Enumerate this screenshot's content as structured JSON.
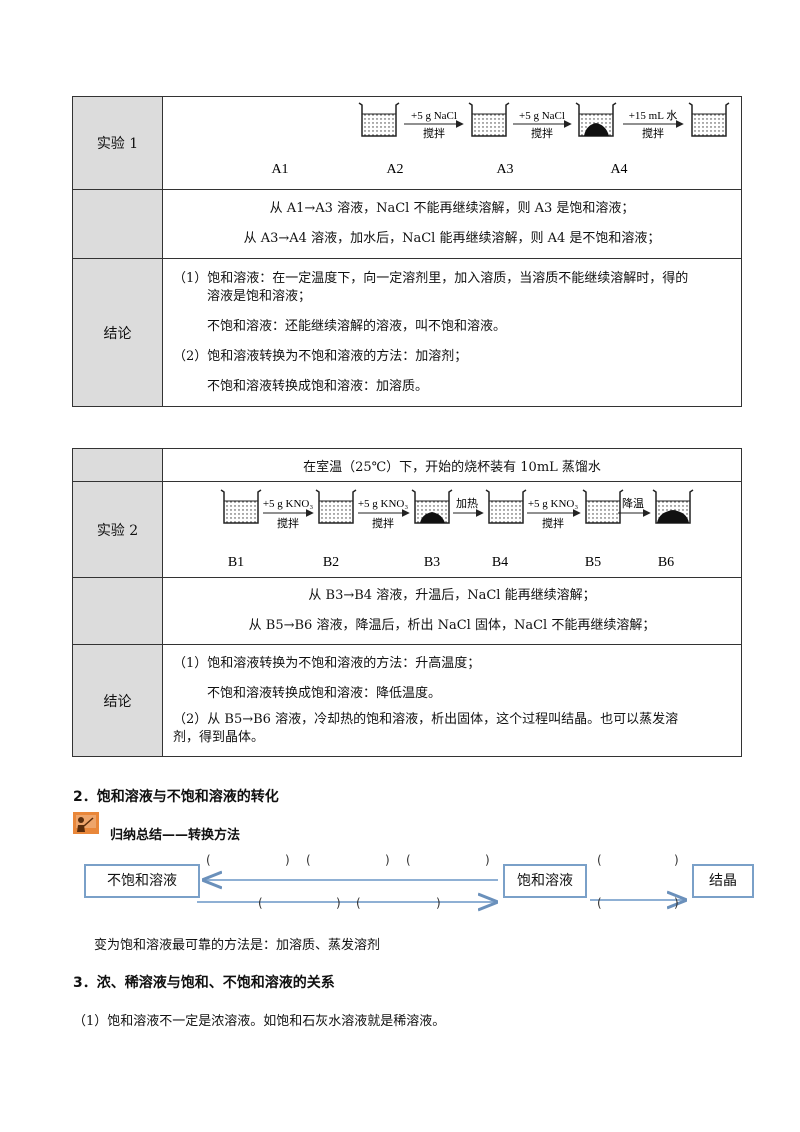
{
  "exp1": {
    "label": "实验 1",
    "steps": [
      "+5 g NaCl",
      "+5 g NaCl",
      "+15 mL 水"
    ],
    "stir": "搅拌",
    "beakers": [
      "A1",
      "A2",
      "A3",
      "A4"
    ],
    "obs": [
      "从 A1→A3 溶液，NaCl 不能再继续溶解，则 A3 是饱和溶液；",
      "从 A3→A4 溶液，加水后，NaCl 能再继续溶解，则 A4 是不饱和溶液；"
    ],
    "concl_label": "结论",
    "concl": [
      "（1）饱和溶液：在一定温度下，向一定溶剂里，加入溶质，当溶质不能继续溶解时，得的",
      "溶液是饱和溶液；",
      "不饱和溶液：还能继续溶解的溶液，叫不饱和溶液。",
      "（2）饱和溶液转换为不饱和溶液的方法：加溶剂；",
      "不饱和溶液转换成饱和溶液：加溶质。"
    ]
  },
  "exp2": {
    "header": "在室温（25℃）下，开始的烧杯装有 10mL  蒸馏水",
    "label": "实验 2",
    "steps": [
      "+5 g KNO₃",
      "+5 g KNO₃",
      "加热",
      "+5 g KNO₃",
      "降温"
    ],
    "stir": "搅拌",
    "beakers": [
      "B1",
      "B2",
      "B3",
      "B4",
      "B5",
      "B6"
    ],
    "obs": [
      "从 B3→B4 溶液，升温后，NaCl 能再继续溶解；",
      "从 B5→B6 溶液，降温后，析出 NaCl 固体，NaCl 不能再继续溶解；"
    ],
    "concl_label": "结论",
    "concl": [
      "（1）饱和溶液转换为不饱和溶液的方法：升高温度；",
      "不饱和溶液转换成饱和溶液：降低温度。",
      "（2）从 B5→B6 溶液，冷却热的饱和溶液，析出固体，这个过程叫结晶。也可以蒸发溶",
      "剂，得到晶体。"
    ]
  },
  "section2": {
    "title": "2．饱和溶液与不饱和溶液的转化",
    "summary": "归纳总结——转换方法",
    "box_unsat": "不饱和溶液",
    "box_sat": "饱和溶液",
    "box_cryst": "结晶",
    "note": "变为饱和溶液最可靠的方法是：加溶质、蒸发溶剂"
  },
  "section3": {
    "title": "3．浓、稀溶液与饱和、不饱和溶液的关系",
    "p1": "（1）饱和溶液不一定是浓溶液。如饱和石灰水溶液就是稀溶液。"
  }
}
